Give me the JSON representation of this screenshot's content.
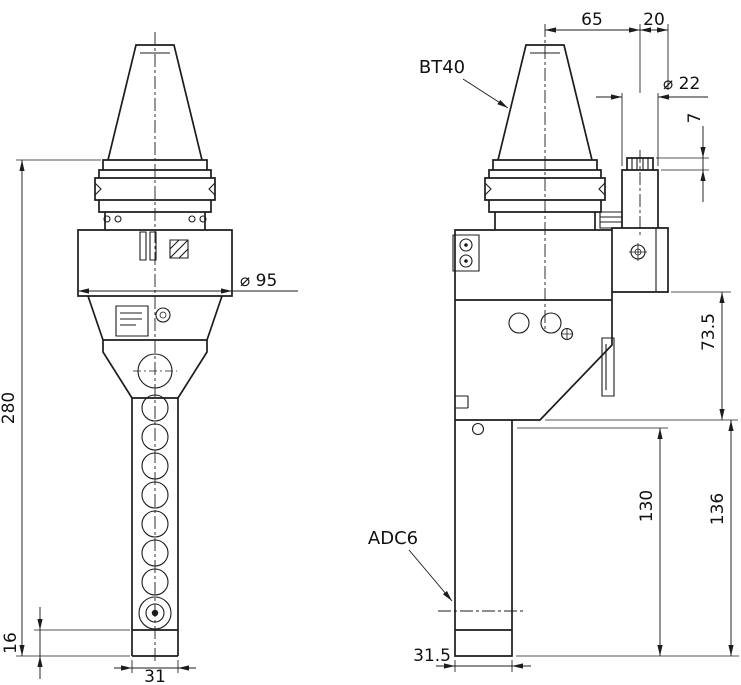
{
  "drawing": {
    "labels": {
      "taper": "BT40",
      "collet": "ADC6"
    },
    "dims": {
      "overall_height": "280",
      "nose_height": "16",
      "arm_width": "31",
      "body_diameter": "⌀ 95",
      "spindle_offset": "65",
      "cap_offset": "20",
      "cap_diameter": "⌀ 22",
      "cap_step": "7",
      "body_to_flat": "73.5",
      "flat_to_tip": "136",
      "arm_length": "130",
      "nose_width": "31.5"
    }
  }
}
